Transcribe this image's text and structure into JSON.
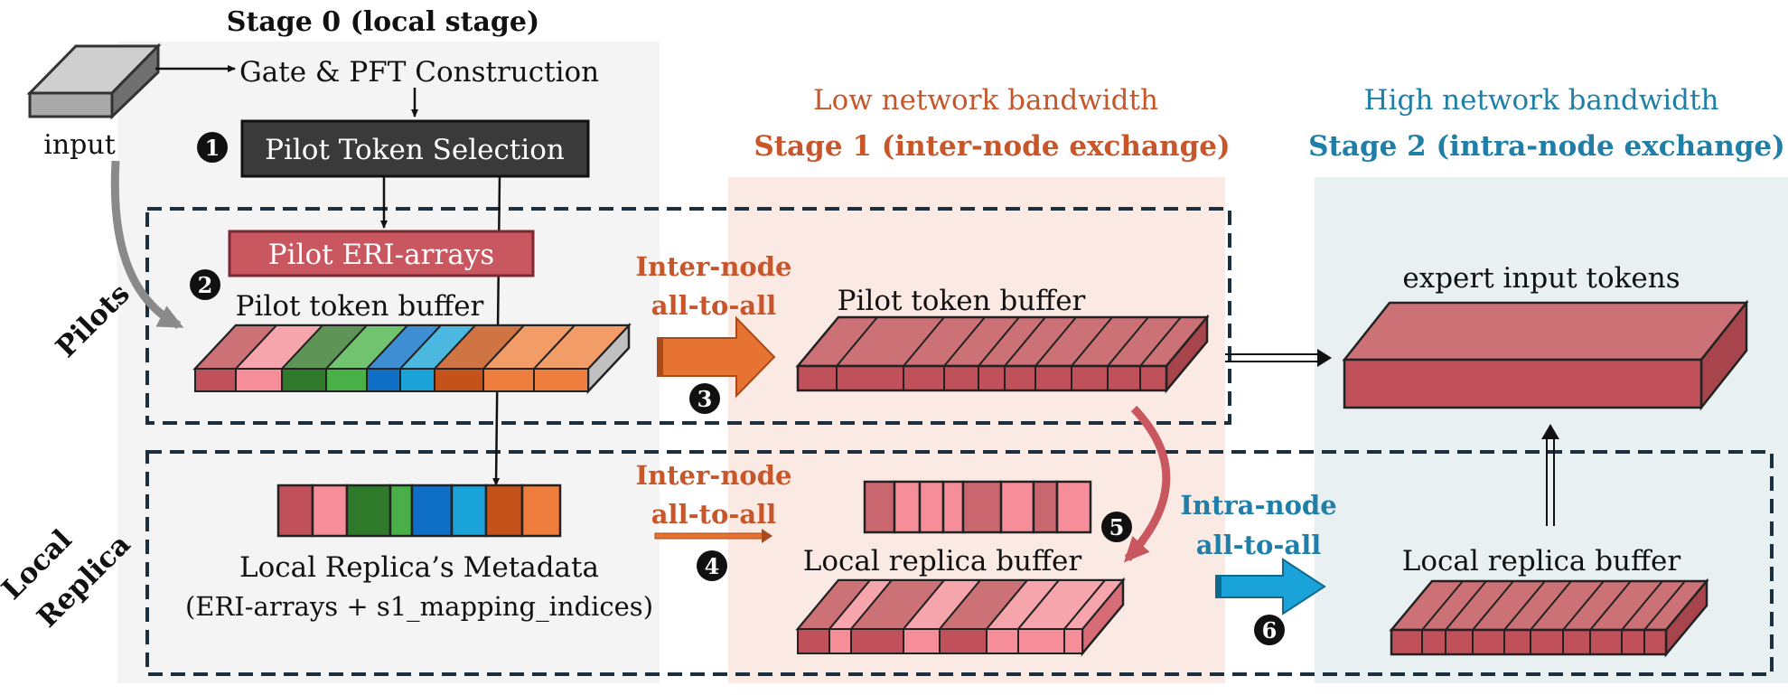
{
  "stage0": {
    "title": "Stage 0 (local stage)",
    "gate": "Gate & PFT Construction",
    "input": "input",
    "pilot_selection": "Pilot Token Selection",
    "pilot_eri": "Pilot ERI-arrays",
    "pilot_buffer": "Pilot token buffer",
    "metadata": "Local Replica’s Metadata",
    "metadata_sub": "(ERI-arrays + s1_mapping_indices)"
  },
  "stage1": {
    "bandwidth": "Low network bandwidth",
    "title": "Stage 1 (inter-node exchange)",
    "inter1_l1": "Inter-node",
    "inter1_l2": "all-to-all",
    "inter2_l1": "Inter-node",
    "inter2_l2": "all-to-all",
    "pilot_buffer": "Pilot token buffer",
    "local_buffer": "Local replica buffer"
  },
  "stage2": {
    "bandwidth": "High network bandwidth",
    "title": "Stage 2 (intra-node exchange)",
    "intra_l1": "Intra-node",
    "intra_l2": "all-to-all",
    "expert": "expert input tokens",
    "local_buffer": "Local replica buffer"
  },
  "rows": {
    "pilots": "Pilots",
    "local_l1": "Local",
    "local_l2": "Replica"
  },
  "steps": [
    "1",
    "2",
    "3",
    "4",
    "5",
    "6"
  ],
  "colors": {
    "stage0_bg": "#f4f4f4",
    "stage1_bg": "#fbe9e4",
    "stage2_bg": "#e8f0f2",
    "accent_orange": "#c7562a",
    "accent_blue": "#1f7fa8",
    "token_red": "#c9666e"
  }
}
